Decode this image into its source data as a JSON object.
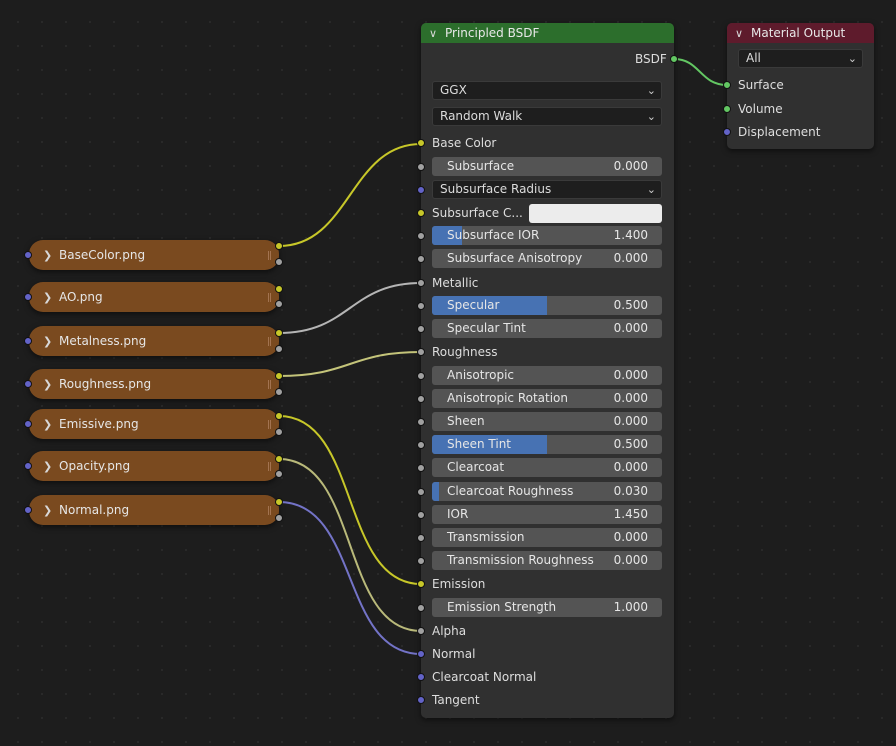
{
  "bsdf_node": {
    "title": "Principled BSDF",
    "output_label": "BSDF",
    "distribution": "GGX",
    "subsurface_method": "Random Walk",
    "inputs": {
      "base_color": "Base Color",
      "subsurface": {
        "label": "Subsurface",
        "value": "0.000",
        "fill": 0
      },
      "subsurface_radius": "Subsurface Radius",
      "subsurface_color": "Subsurface C...",
      "subsurface_ior": {
        "label": "Subsurface IOR",
        "value": "1.400",
        "fill": 0.13
      },
      "subsurface_anisotropy": {
        "label": "Subsurface Anisotropy",
        "value": "0.000",
        "fill": 0
      },
      "metallic": "Metallic",
      "specular": {
        "label": "Specular",
        "value": "0.500",
        "fill": 0.5
      },
      "specular_tint": {
        "label": "Specular Tint",
        "value": "0.000",
        "fill": 0
      },
      "roughness": "Roughness",
      "anisotropic": {
        "label": "Anisotropic",
        "value": "0.000",
        "fill": 0
      },
      "anisotropic_rotation": {
        "label": "Anisotropic Rotation",
        "value": "0.000",
        "fill": 0
      },
      "sheen": {
        "label": "Sheen",
        "value": "0.000",
        "fill": 0
      },
      "sheen_tint": {
        "label": "Sheen Tint",
        "value": "0.500",
        "fill": 0.5
      },
      "clearcoat": {
        "label": "Clearcoat",
        "value": "0.000",
        "fill": 0
      },
      "clearcoat_roughness": {
        "label": "Clearcoat Roughness",
        "value": "0.030",
        "fill": 0.03
      },
      "ior": {
        "label": "IOR",
        "value": "1.450",
        "fill": 0
      },
      "transmission": {
        "label": "Transmission",
        "value": "0.000",
        "fill": 0
      },
      "transmission_roughness": {
        "label": "Transmission Roughness",
        "value": "0.000",
        "fill": 0
      },
      "emission": "Emission",
      "emission_strength": {
        "label": "Emission Strength",
        "value": "1.000",
        "fill": 0
      },
      "alpha": "Alpha",
      "normal": "Normal",
      "clearcoat_normal": "Clearcoat Normal",
      "tangent": "Tangent"
    }
  },
  "material_output": {
    "title": "Material Output",
    "target": "All",
    "inputs": {
      "surface": "Surface",
      "volume": "Volume",
      "displacement": "Displacement"
    }
  },
  "image_nodes": [
    {
      "name": "BaseColor.png"
    },
    {
      "name": "AO.png"
    },
    {
      "name": "Metalness.png"
    },
    {
      "name": "Roughness.png"
    },
    {
      "name": "Emissive.png"
    },
    {
      "name": "Opacity.png"
    },
    {
      "name": "Normal.png"
    }
  ],
  "colors": {
    "bsdf_header": "#2c6e2c",
    "output_header": "#5e1b2c",
    "image_node": "#7a4a1f",
    "socket_color": "#c7c729",
    "socket_float": "#a1a1a1",
    "socket_vector": "#6363c7",
    "socket_shader": "#63c763",
    "slider_fill": "#4772b3"
  }
}
